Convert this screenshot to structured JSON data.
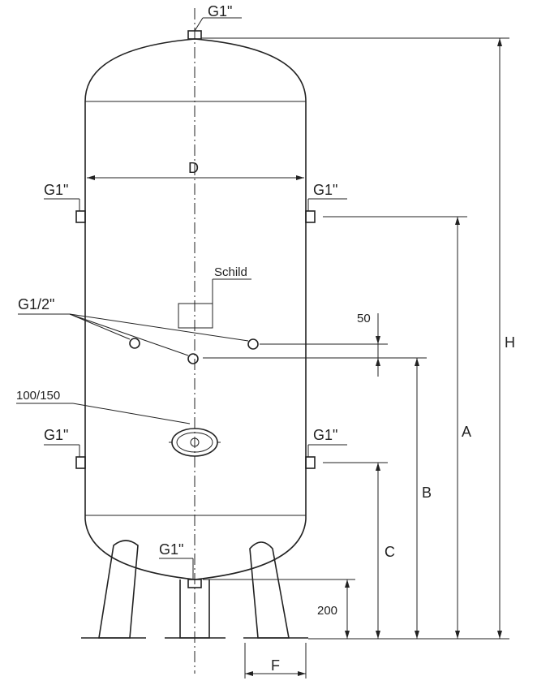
{
  "labels": {
    "top_connection": "G1\"",
    "left_upper_connection": "G1\"",
    "right_upper_connection": "G1\"",
    "left_lower_connection": "G1\"",
    "right_lower_connection": "G1\"",
    "bottom_connection": "G1\"",
    "half_inch_connections": "G1/2\"",
    "nameplate": "Schild",
    "manhole": "100/150"
  },
  "dimensions": {
    "diameter": "D",
    "overall_height": "H",
    "upper_connection_height": "A",
    "half_inch_height": "B",
    "lower_connection_height": "C",
    "offset_50": "50",
    "bottom_clearance": "200",
    "foot_width": "F"
  }
}
